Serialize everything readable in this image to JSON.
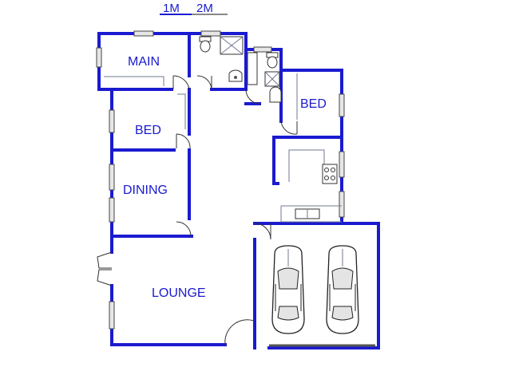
{
  "scale_bar": {
    "label_1": "1M",
    "label_2": "2M"
  },
  "rooms": {
    "main": "MAIN",
    "bed_left": "BED",
    "bed_right": "BED",
    "dining": "DINING",
    "lounge": "LOUNGE"
  },
  "colors": {
    "wall": "#1a1ad0",
    "label": "#1a1ad0",
    "fixture_line": "#707890"
  }
}
